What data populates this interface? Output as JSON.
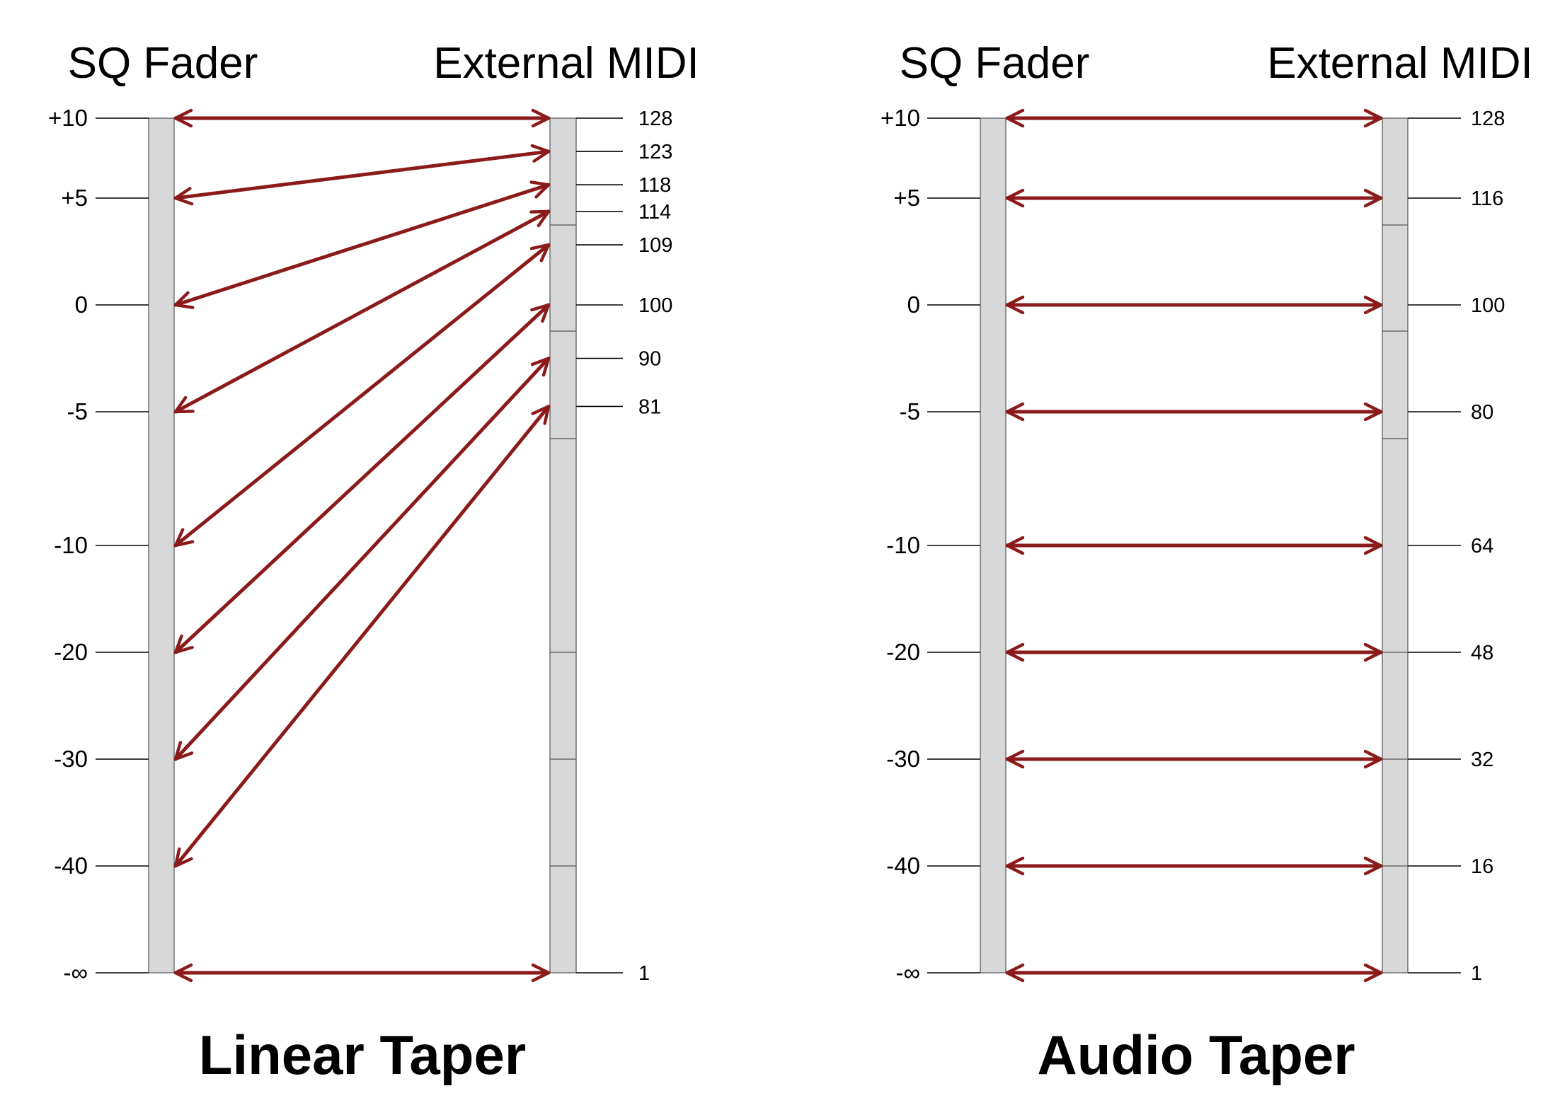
{
  "colors": {
    "arrow": "#8b1a1a",
    "strip": "#d8d8d8"
  },
  "panels": [
    {
      "id": "linear",
      "title": "Linear Taper",
      "fader_header": "SQ Fader",
      "midi_header": "External MIDI",
      "fader_ticks": [
        "+10",
        "+5",
        "0",
        "-5",
        "-10",
        "-20",
        "-30",
        "-40",
        "-∞"
      ],
      "midi_ticks": [
        "128",
        "123",
        "118",
        "114",
        "109",
        "100",
        "90",
        "81",
        "1"
      ],
      "mappings": [
        {
          "fader": "+10",
          "midi": "128"
        },
        {
          "fader": "+5",
          "midi": "123"
        },
        {
          "fader": "0",
          "midi": "118"
        },
        {
          "fader": "-5",
          "midi": "114"
        },
        {
          "fader": "-10",
          "midi": "109"
        },
        {
          "fader": "-20",
          "midi": "100"
        },
        {
          "fader": "-30",
          "midi": "90"
        },
        {
          "fader": "-40",
          "midi": "81"
        },
        {
          "fader": "-∞",
          "midi": "1"
        }
      ]
    },
    {
      "id": "audio",
      "title": "Audio Taper",
      "fader_header": "SQ Fader",
      "midi_header": "External MIDI",
      "fader_ticks": [
        "+10",
        "+5",
        "0",
        "-5",
        "-10",
        "-20",
        "-30",
        "-40",
        "-∞"
      ],
      "midi_ticks": [
        "128",
        "116",
        "100",
        "80",
        "64",
        "48",
        "32",
        "16",
        "1"
      ],
      "mappings": [
        {
          "fader": "+10",
          "midi": "128"
        },
        {
          "fader": "+5",
          "midi": "116"
        },
        {
          "fader": "0",
          "midi": "100"
        },
        {
          "fader": "-5",
          "midi": "80"
        },
        {
          "fader": "-10",
          "midi": "64"
        },
        {
          "fader": "-20",
          "midi": "48"
        },
        {
          "fader": "-30",
          "midi": "32"
        },
        {
          "fader": "-40",
          "midi": "16"
        },
        {
          "fader": "-∞",
          "midi": "1"
        }
      ]
    }
  ]
}
